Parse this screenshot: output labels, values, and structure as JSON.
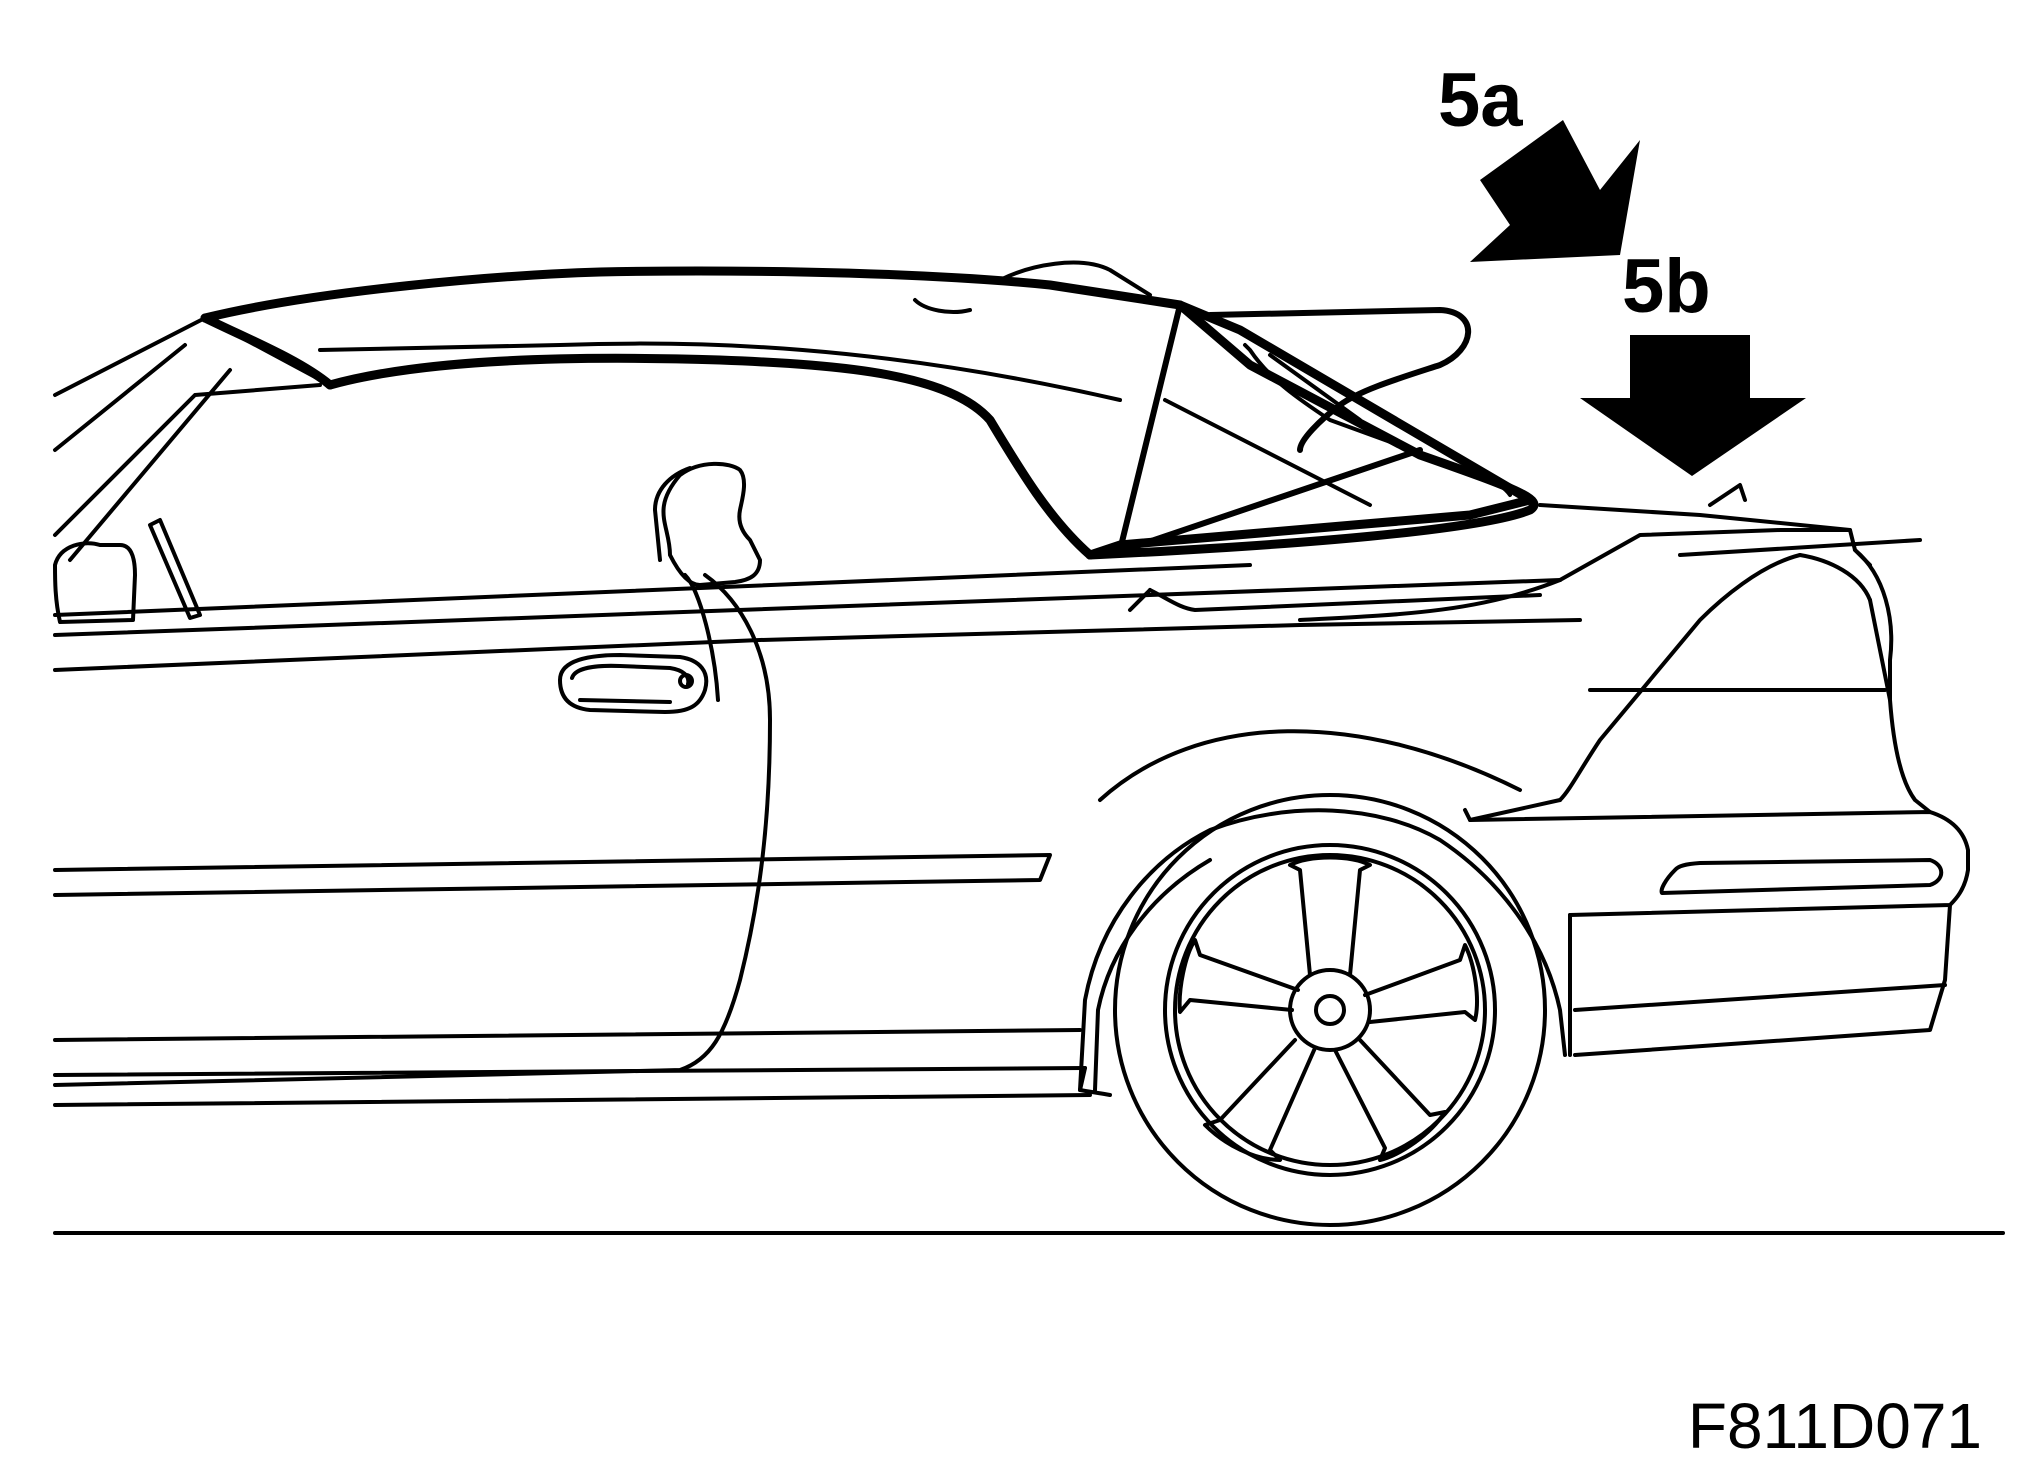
{
  "figure": {
    "callouts": [
      {
        "id": "5a",
        "label": "5a",
        "arrow_direction": "down-left"
      },
      {
        "id": "5b",
        "label": "5b",
        "arrow_direction": "down"
      }
    ],
    "figure_id": "F811D071",
    "colors": {
      "line": "#000000",
      "background": "#ffffff"
    }
  }
}
